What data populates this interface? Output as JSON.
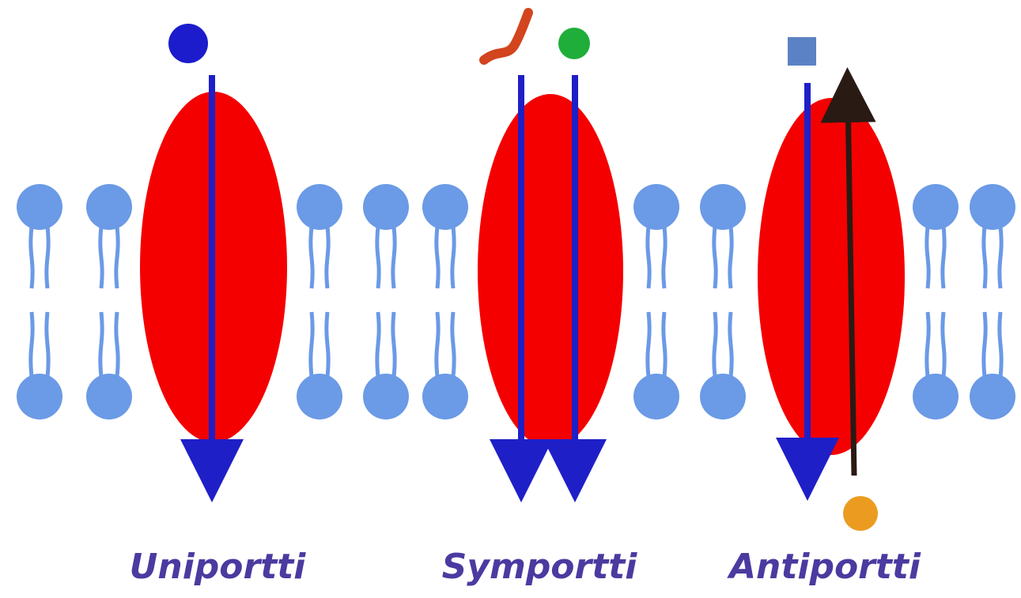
{
  "colors": {
    "protein": "#f40000",
    "lipid": "#6b9ae6",
    "arrow_in": "#1f1fc7",
    "arrow_out": "#2a1a14",
    "molecule_blue": "#1c1ccc",
    "molecule_green": "#1fae3a",
    "molecule_squiggle": "#d2451e",
    "molecule_square": "#5b82c4",
    "molecule_orange": "#eb9c20",
    "label": "#4b3aa0"
  },
  "transporters": [
    {
      "id": "uniporter",
      "label": "Uniportti"
    },
    {
      "id": "symporter",
      "label": "Symportti"
    },
    {
      "id": "antiporter",
      "label": "Antiportti"
    }
  ],
  "icons": [
    "circle-molecule",
    "squiggle-molecule",
    "square-molecule"
  ]
}
